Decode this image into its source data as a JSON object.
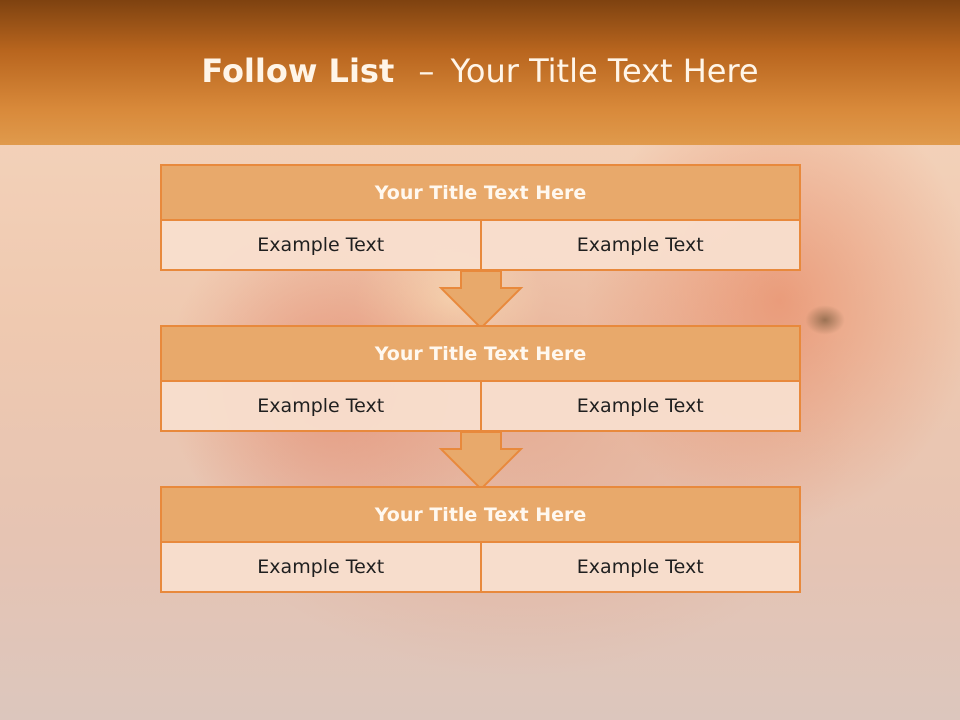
{
  "header": {
    "title_bold": "Follow List",
    "title_separator": "–",
    "title_rest": "Your Title Text Here"
  },
  "steps": [
    {
      "title": "Your Title Text Here",
      "left": "Example Text",
      "right": "Example Text"
    },
    {
      "title": "Your Title Text Here",
      "left": "Example Text",
      "right": "Example Text"
    },
    {
      "title": "Your Title Text Here",
      "left": "Example Text",
      "right": "Example Text"
    }
  ],
  "colors": {
    "header_dark": "#7e4210",
    "header_light": "#e09a4c",
    "box_title_fill": "#e8a96b",
    "box_border": "#e8893c",
    "box_cell_fill": "#f8decd"
  }
}
